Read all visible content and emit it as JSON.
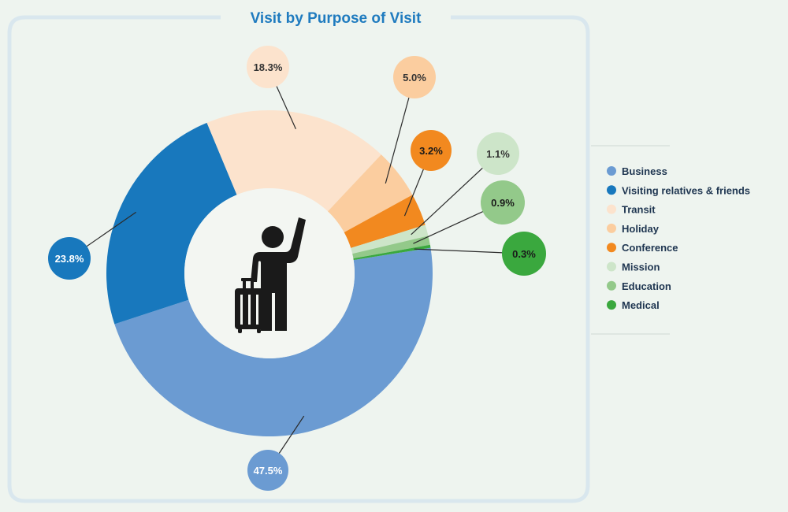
{
  "chart_data": {
    "type": "pie",
    "title": "Visit by Purpose of Visit",
    "legend_position": "right",
    "slices": [
      {
        "name": "Business",
        "value": 47.5,
        "label": "47.5%",
        "color": "#6b9bd2"
      },
      {
        "name": "Visiting relatives & friends",
        "value": 23.8,
        "label": "23.8%",
        "color": "#1878bd"
      },
      {
        "name": "Transit",
        "value": 18.3,
        "label": "18.3%",
        "color": "#fce3cd"
      },
      {
        "name": "Holiday",
        "value": 5.0,
        "label": "5.0%",
        "color": "#fbcd9f"
      },
      {
        "name": "Conference",
        "value": 3.2,
        "label": "3.2%",
        "color": "#f2891f"
      },
      {
        "name": "Mission",
        "value": 1.1,
        "label": "1.1%",
        "color": "#cde5c9"
      },
      {
        "name": "Education",
        "value": 0.9,
        "label": "0.9%",
        "color": "#93c98a"
      },
      {
        "name": "Medical",
        "value": 0.3,
        "label": "0.3%",
        "color": "#3aa83e"
      }
    ]
  },
  "center_icon": "traveler-with-suitcase-icon"
}
